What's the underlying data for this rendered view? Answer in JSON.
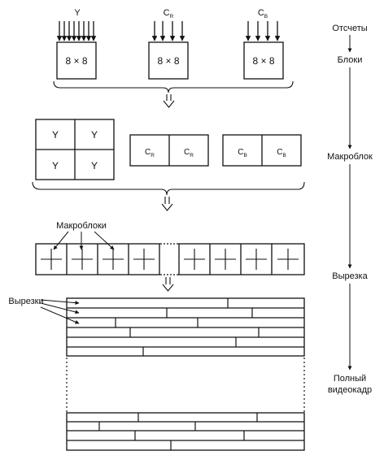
{
  "top_blocks": [
    {
      "channel": "Y",
      "size": "8 × 8"
    },
    {
      "channel": "C",
      "sub": "R",
      "size": "8 × 8"
    },
    {
      "channel": "C",
      "sub": "B",
      "size": "8 × 8"
    }
  ],
  "macroblock": {
    "luma": [
      "Y",
      "Y",
      "Y",
      "Y"
    ],
    "cr": [
      {
        "main": "C",
        "sub": "R"
      },
      {
        "main": "C",
        "sub": "R"
      }
    ],
    "cb": [
      {
        "main": "C",
        "sub": "B"
      },
      {
        "main": "C",
        "sub": "B"
      }
    ]
  },
  "annotations": {
    "macroblocks": "Макроблоки",
    "slices": "Вырезки"
  },
  "stages": {
    "samples": "Отсчеты",
    "blocks": "Блоки",
    "macroblock": "Макроблок",
    "slice": "Вырезка",
    "frame_line1": "Полный",
    "frame_line2": "видеокадр"
  }
}
